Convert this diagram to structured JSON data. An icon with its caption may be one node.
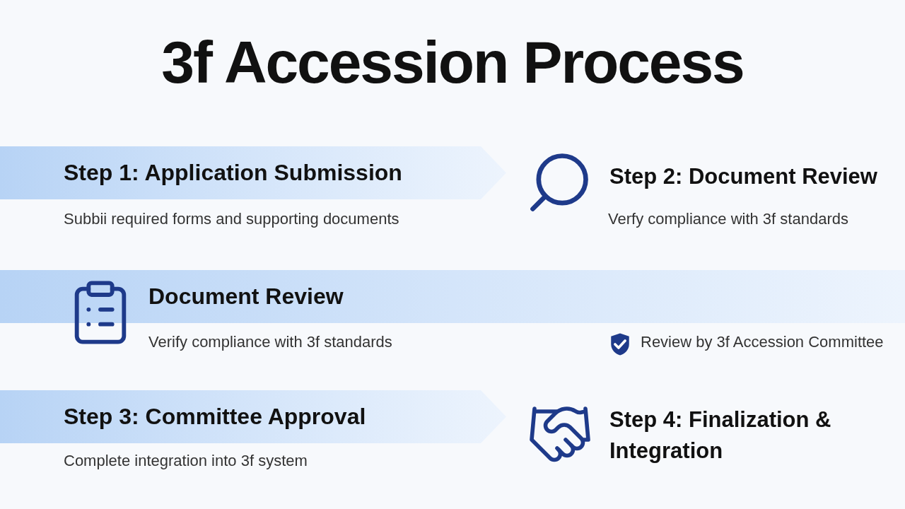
{
  "diagram": {
    "title": "3f Accession Process",
    "nodes": [
      {
        "text": [
          "Step 1: Application Submission"
        ]
      },
      {
        "text": [
          "Document Review"
        ]
      },
      {
        "text": [
          "Step 3: Committee Approval"
        ]
      }
    ],
    "labels": [
      "Subbii required forms and supporting documents",
      "Step 2: Document Review",
      "Verfy compliance with 3f standards",
      "Verify compliance with 3f standards",
      "Review by 3f Accession Committee",
      "Complete integration into 3f system",
      "Step 4: Finalization & Integration"
    ]
  }
}
